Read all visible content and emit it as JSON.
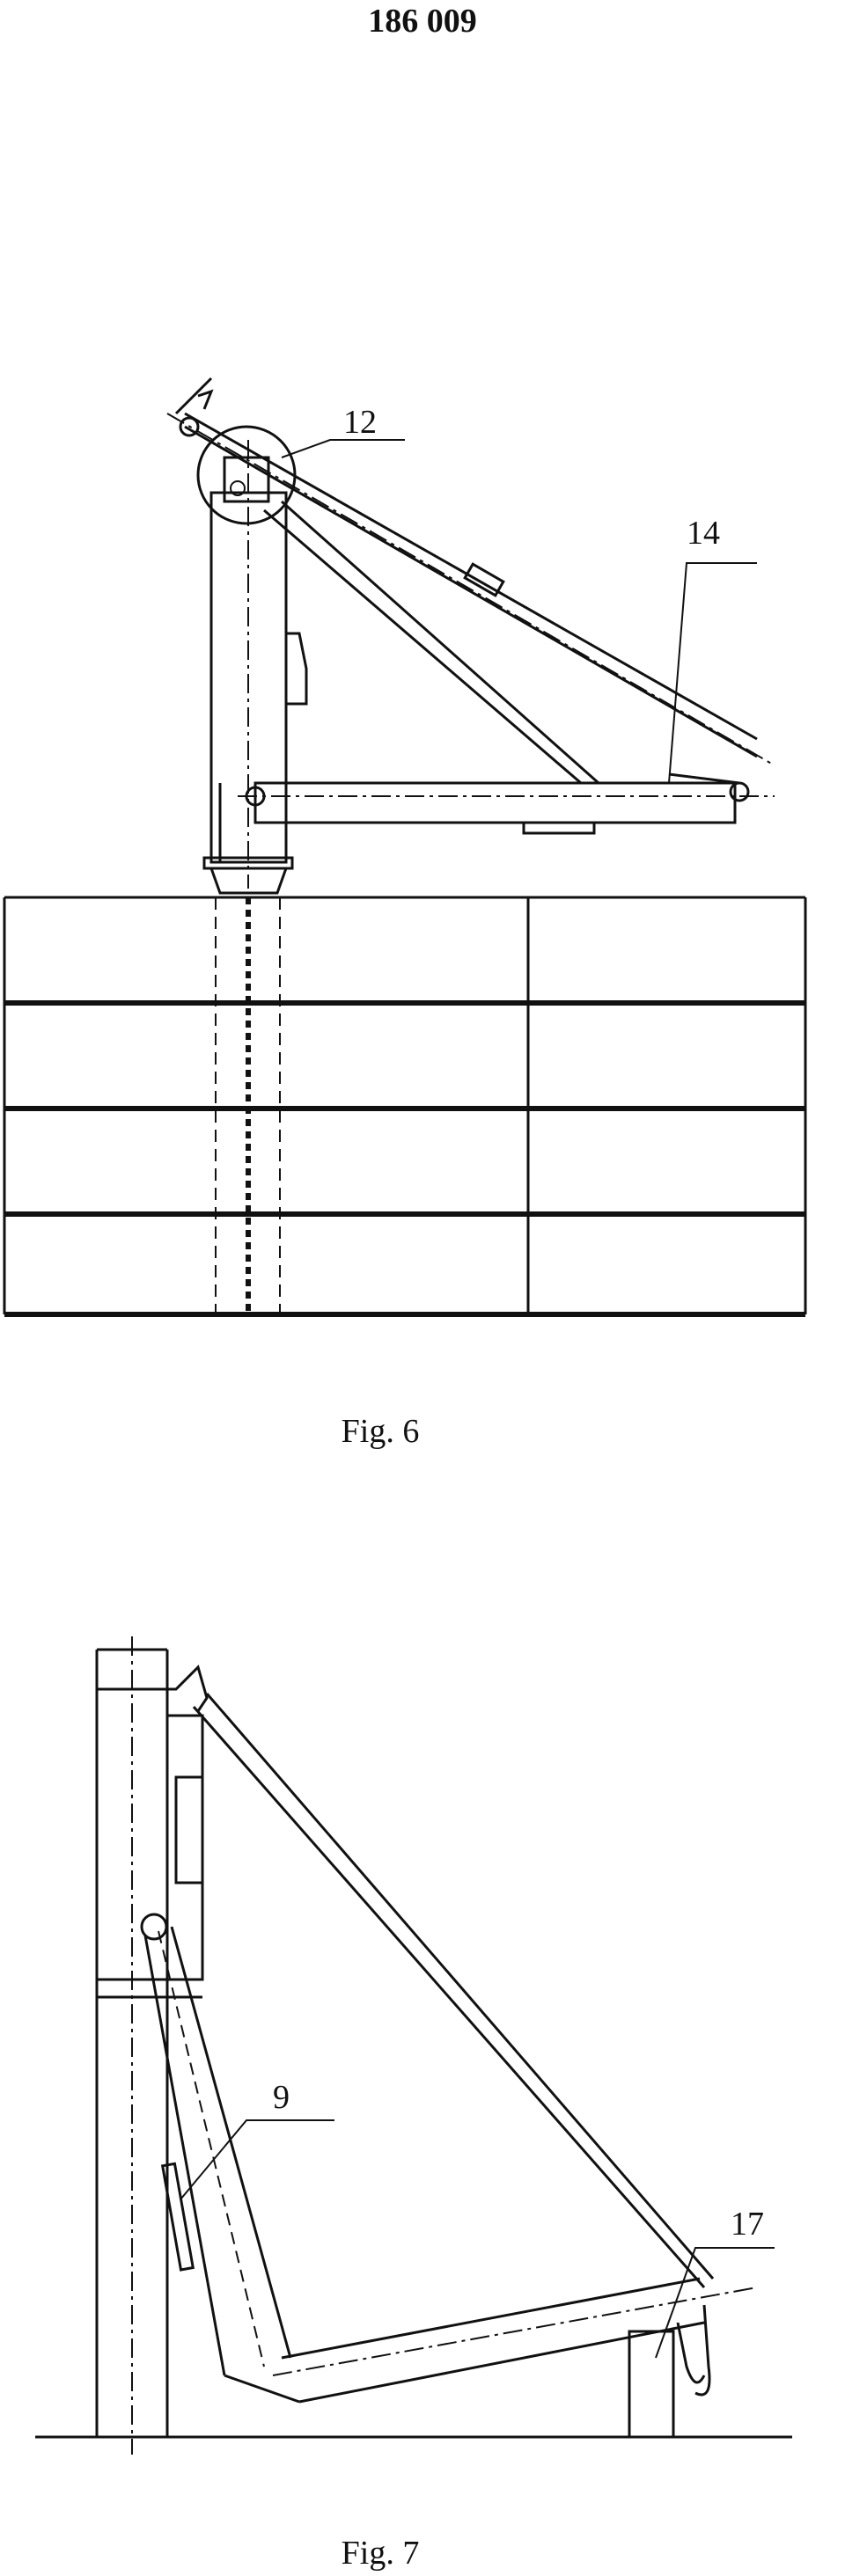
{
  "page_number": "186 009",
  "figures": [
    {
      "caption": "Fig. 6",
      "reference_numerals": [
        "12",
        "14"
      ]
    },
    {
      "caption": "Fig. 7",
      "reference_numerals": [
        "9",
        "17"
      ]
    }
  ]
}
